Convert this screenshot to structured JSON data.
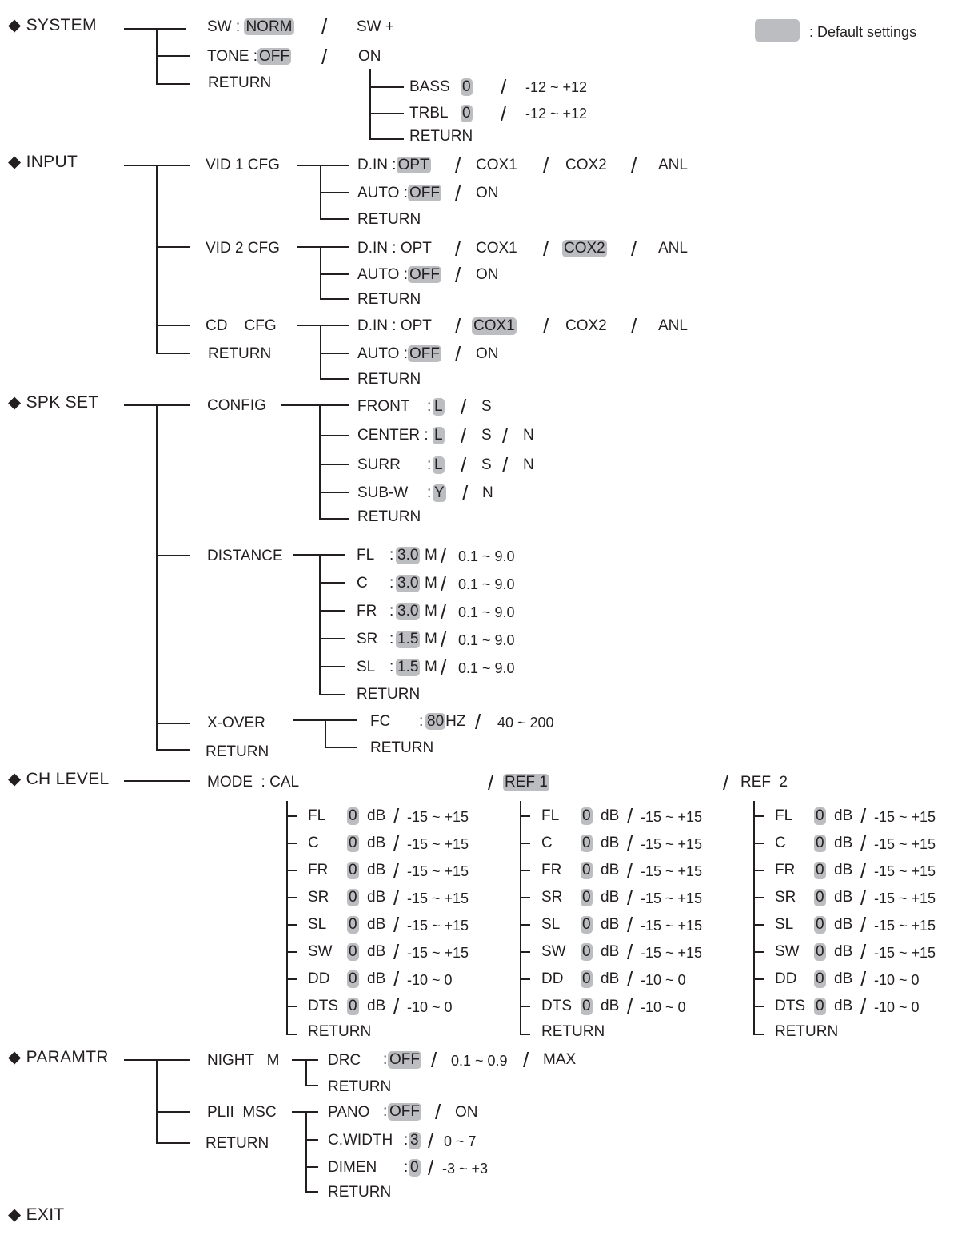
{
  "legend": {
    "label": ": Default settings"
  },
  "systems": [
    {
      "name": "◆ SYSTEM"
    },
    {
      "name": "◆ INPUT"
    },
    {
      "name": "◆ SPK SET"
    },
    {
      "name": "◆ CH LEVEL"
    },
    {
      "name": "◆ PARAMTR"
    },
    {
      "name": "◆ EXIT"
    }
  ],
  "system": {
    "sw_label": "SW :",
    "sw_default": "NORM",
    "sw_alt": "SW +",
    "tone_label": "TONE :",
    "tone_default": "OFF",
    "tone_alt": "ON",
    "return": "RETURN",
    "bass_label": "BASS",
    "bass_default": "0",
    "bass_range": "-12 ~ +12",
    "trbl_label": "TRBL",
    "trbl_default": "0",
    "trbl_range": "-12 ~ +12",
    "tone_return": "RETURN"
  },
  "input": {
    "vid1": "VID 1 CFG",
    "vid2": "VID 2 CFG",
    "cd": "CD    CFG",
    "return": "RETURN",
    "din_label": "D.IN :",
    "opt": "OPT",
    "cox1": "COX1",
    "cox2": "COX2",
    "anl": "ANL",
    "auto_label": "AUTO :",
    "off": "OFF",
    "on": "ON",
    "sub_return": "RETURN"
  },
  "spk": {
    "config": "CONFIG",
    "distance": "DISTANCE",
    "xover": "X-OVER",
    "return": "RETURN",
    "front": "FRONT",
    "center": "CENTER :",
    "surr": "SURR",
    "subw": "SUB-W",
    "colon": ":",
    "l": "L",
    "s": "S",
    "n": "N",
    "y": "Y",
    "sub_return": "RETURN",
    "dist": [
      {
        "ch": "FL",
        "val": "3.0"
      },
      {
        "ch": "C",
        "val": "3.0"
      },
      {
        "ch": "FR",
        "val": "3.0"
      },
      {
        "ch": "SR",
        "val": "1.5"
      },
      {
        "ch": "SL",
        "val": "1.5"
      }
    ],
    "m": "M",
    "dist_range": "0.1 ~ 9.0",
    "fc": "FC",
    "fc_val": "80",
    "hz": "HZ",
    "fc_range": "40 ~ 200"
  },
  "chlevel": {
    "mode": "MODE  : CAL",
    "ref1": "REF 1",
    "ref2": "REF  2",
    "rows": [
      {
        "ch": "FL",
        "range": "-15 ~ +15"
      },
      {
        "ch": "C",
        "range": "-15 ~ +15"
      },
      {
        "ch": "FR",
        "range": "-15 ~ +15"
      },
      {
        "ch": "SR",
        "range": "-15 ~ +15"
      },
      {
        "ch": "SL",
        "range": "-15 ~ +15"
      },
      {
        "ch": "SW",
        "range": "-15 ~ +15"
      },
      {
        "ch": "DD",
        "range": "-10 ~ 0"
      },
      {
        "ch": "DTS",
        "range": "-10 ~ 0"
      }
    ],
    "zero": "0",
    "db": "dB",
    "return": "RETURN"
  },
  "param": {
    "night": "NIGHT   M",
    "plii": "PLII  MSC",
    "return": "RETURN",
    "drc": "DRC",
    "drc_default": "OFF",
    "drc_range": "0.1 ~ 0.9",
    "drc_max": "MAX",
    "pano": "PANO",
    "pano_default": "OFF",
    "pano_alt": "ON",
    "cwidth": "C.WIDTH",
    "cwidth_default": "3",
    "cwidth_range": "0 ~ 7",
    "dimen": "DIMEN",
    "dimen_default": "0",
    "dimen_range": "-3 ~ +3",
    "sub_return": "RETURN"
  }
}
